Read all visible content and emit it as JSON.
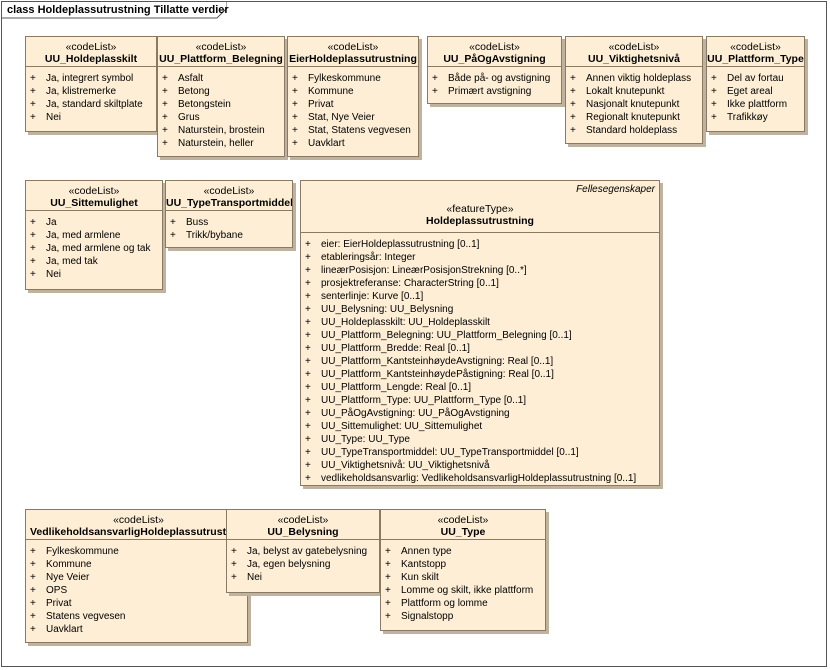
{
  "frame": {
    "title": "class Holdeplassutrustning Tillatte verdier"
  },
  "boxes": [
    {
      "stereotype": "«codeList»",
      "name": "UU_Holdeplasskilt",
      "items": [
        "Ja, integrert symbol",
        "Ja, klistremerke",
        "Ja, standard skiltplate",
        "Nei"
      ]
    },
    {
      "stereotype": "«codeList»",
      "name": "UU_Plattform_Belegning",
      "items": [
        "Asfalt",
        "Betong",
        "Betongstein",
        "Grus",
        "Naturstein, brostein",
        "Naturstein, heller"
      ]
    },
    {
      "stereotype": "«codeList»",
      "name": "EierHoldeplassutrustning",
      "items": [
        "Fylkeskommune",
        "Kommune",
        "Privat",
        "Stat, Nye Veier",
        "Stat, Statens vegvesen",
        "Uavklart"
      ]
    },
    {
      "stereotype": "«codeList»",
      "name": "UU_PåOgAvstigning",
      "items": [
        "Både på- og avstigning",
        "Primært avstigning"
      ]
    },
    {
      "stereotype": "«codeList»",
      "name": "UU_Viktighetsnivå",
      "items": [
        "Annen viktig holdeplass",
        "Lokalt knutepunkt",
        "Nasjonalt knutepunkt",
        "Regionalt knutepunkt",
        "Standard holdeplass"
      ]
    },
    {
      "stereotype": "«codeList»",
      "name": "UU_Plattform_Type",
      "items": [
        "Del av fortau",
        "Eget areal",
        "Ikke plattform",
        "Trafikkøy"
      ]
    },
    {
      "stereotype": "«codeList»",
      "name": "UU_Sittemulighet",
      "items": [
        "Ja",
        "Ja, med armlene",
        "Ja, med armlene og tak",
        "Ja, med tak",
        "Nei"
      ]
    },
    {
      "stereotype": "«codeList»",
      "name": "UU_TypeTransportmiddel",
      "items": [
        "Buss",
        "Trikk/bybane"
      ]
    },
    {
      "stereotype": "«codeList»",
      "name": "VedlikeholdsansvarligHoldeplassutrustning",
      "items": [
        "Fylkeskommune",
        "Kommune",
        "Nye Veier",
        "OPS",
        "Privat",
        "Statens vegvesen",
        "Uavklart"
      ]
    },
    {
      "stereotype": "«codeList»",
      "name": "UU_Belysning",
      "items": [
        "Ja, belyst av gatebelysning",
        "Ja, egen belysning",
        "Nei"
      ]
    },
    {
      "stereotype": "«codeList»",
      "name": "UU_Type",
      "items": [
        "Annen type",
        "Kantstopp",
        "Kun skilt",
        "Lomme og skilt, ikke plattform",
        "Plattform og lomme",
        "Signalstopp"
      ]
    }
  ],
  "feature": {
    "note": "Fellesegenskaper",
    "stereotype": "«featureType»",
    "name": "Holdeplassutrustning",
    "attributes": [
      "eier: EierHoldeplassutrustning [0..1]",
      "etableringsår: Integer",
      "lineærPosisjon: LineærPosisjonStrekning [0..*]",
      "prosjektreferanse: CharacterString [0..1]",
      "senterlinje: Kurve [0..1]",
      "UU_Belysning: UU_Belysning",
      "UU_Holdeplasskilt: UU_Holdeplasskilt",
      "UU_Plattform_Belegning: UU_Plattform_Belegning [0..1]",
      "UU_Plattform_Bredde: Real [0..1]",
      "UU_Plattform_KantsteinhøydeAvstigning: Real [0..1]",
      "UU_Plattform_KantsteinhøydePåstigning: Real [0..1]",
      "UU_Plattform_Lengde: Real [0..1]",
      "UU_Plattform_Type: UU_Plattform_Type [0..1]",
      "UU_PåOgAvstigning: UU_PåOgAvstigning",
      "UU_Sittemulighet: UU_Sittemulighet",
      "UU_Type: UU_Type",
      "UU_TypeTransportmiddel: UU_TypeTransportmiddel [0..1]",
      "UU_Viktighetsnivå: UU_Viktighetsnivå",
      "vedlikeholdsansvarlig: VedlikeholdsansvarligHoldeplassutrustning [0..1]"
    ]
  }
}
